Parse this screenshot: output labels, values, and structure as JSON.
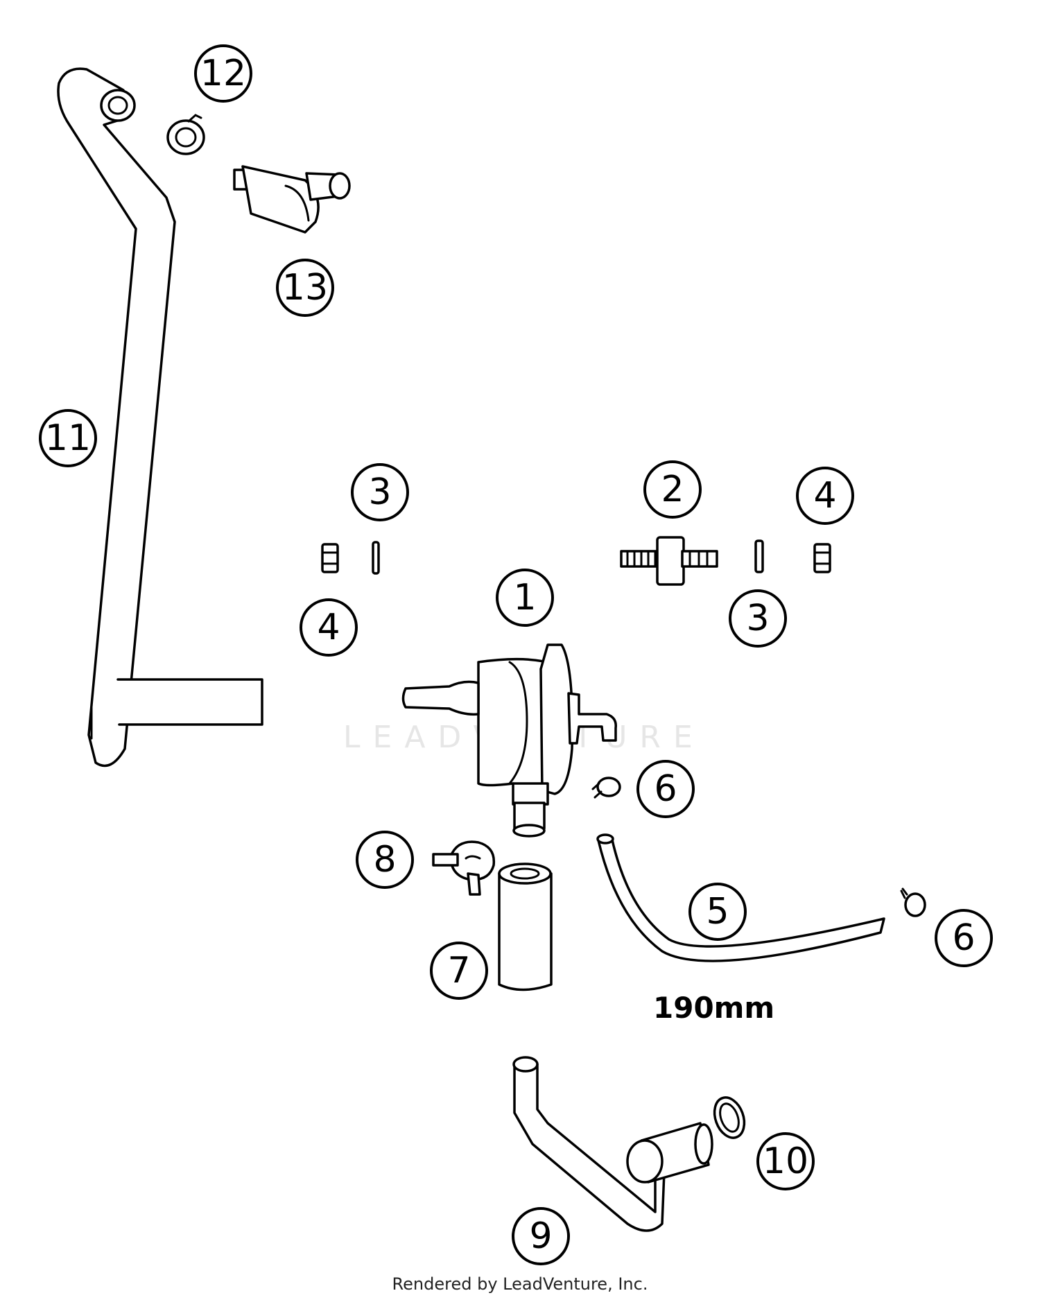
{
  "watermark": "LEADVENTURE",
  "footer": "Rendered by LeadVenture, Inc.",
  "dimension_label": "190mm",
  "callouts": [
    "12",
    "13",
    "11",
    "3",
    "2",
    "4",
    "4",
    "1",
    "3",
    "6",
    "8",
    "5",
    "6",
    "7",
    "10",
    "9"
  ]
}
